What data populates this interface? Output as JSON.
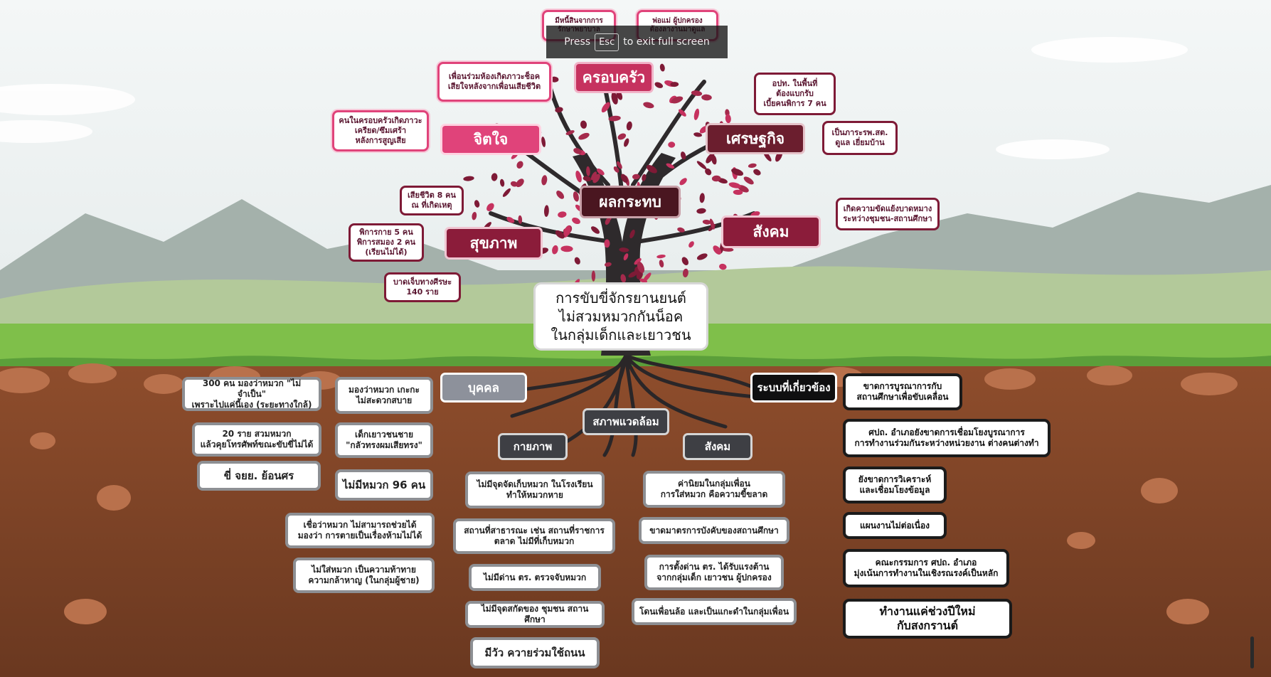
{
  "fullscreen_banner": {
    "before": "Press",
    "key": "Esc",
    "after": "to exit full screen"
  },
  "title": "การขับขี่จักรยานยนต์\nไม่สวมหมวกกันน็อค\nในกลุ่มเด็กและเยาวชน",
  "impact": {
    "root_label": "ผลกระทบ",
    "categories": {
      "family": "ครอบครัว",
      "mind": "จิตใจ",
      "economy": "เศรษฐกิจ",
      "health": "สุขภาพ",
      "society": "สังคม"
    },
    "notes": {
      "family_1": "มีหนี้สินจากการ\nรักษาพยาบาล",
      "family_2": "พ่อแม่ ผู้ปกครอง\nต้องลางานมาดูแล",
      "mind_1": "เพื่อนร่วมห้องเกิดภาวะช็อค\nเสียใจหลังจากเพื่อนเสียชีวิต",
      "mind_2": "คนในครอบครัวเกิดภาวะ\nเครียด/ซึมเศร้า\nหลังการสูญเสีย",
      "econ_1": "อปท. ในพื้นที่\nต้องแบกรับ\nเบี้ยคนพิการ 7 คน",
      "econ_2": "เป็นภาระรพ.สต.\nดูแล เยี่ยมบ้าน",
      "health_1": "เสียชีวิต 8 คน\nณ ที่เกิดเหตุ",
      "health_2": "พิการกาย 5 คน\nพิการสมอง 2 คน\n(เรียนไม่ได้)",
      "health_3": "บาดเจ็บทางศีรษะ\n140 ราย",
      "society_1": "เกิดความขัดแย้งบาดหมาง\nระหว่างชุมชน-สถานศึกษา"
    }
  },
  "causes": {
    "person": {
      "label": "บุคคล",
      "items": [
        "300 คน มองว่าหมวก \"ไม่จำเป็น\"\nเพราะไปแค่นี้เอง (ระยะทางใกล้)",
        "มองว่าหมวก เกะกะ\nไม่สะดวกสบาย",
        "20 ราย สวมหมวก\nแล้วคุยโทรศัพท์ขณะขับขี่ไม่ได้",
        "เด็กเยาวชนชาย\n\"กลัวทรงผมเสียทรง\"",
        "ขี่ จยย. ย้อนศร",
        "ไม่มีหมวก 96 คน",
        "เชื่อว่าหมวก ไม่สามารถช่วยได้\nมองว่า การตายเป็นเรื่องห้ามไม่ได้",
        "ไม่ใส่หมวก เป็นความท้าทาย\nความกล้าหาญ (ในกลุ่มผู้ชาย)"
      ]
    },
    "environment": {
      "label": "สภาพแวดล้อม",
      "physical": {
        "label": "กายภาพ",
        "items": [
          "ไม่มีจุดจัดเก็บหมวก ในโรงเรียน\nทำให้หมวกหาย",
          "สถานที่สาธารณะ เช่น สถานที่ราชการ\nตลาด ไม่มีที่เก็บหมวก",
          "ไม่มีด่าน ตร. ตรวจจับหมวก",
          "ไม่มีจุดสกัดของ ชุมชน สถานศึกษา",
          "มีวัว ควายร่วมใช้ถนน"
        ]
      },
      "social": {
        "label": "สังคม",
        "items": [
          "ค่านิยมในกลุ่มเพื่อน\nการใส่หมวก คือความขี้ขลาด",
          "ขาดมาตรการบังคับของสถานศึกษา",
          "การตั้งด่าน ตร. ได้รับแรงต้าน\nจากกลุ่มเด็ก เยาวชน ผู้ปกครอง",
          "โดนเพื่อนล้อ และเป็นแกะดำในกลุ่มเพื่อน"
        ]
      }
    },
    "system": {
      "label": "ระบบที่เกี่ยวข้อง",
      "items": [
        "ขาดการบูรณาการกับ\nสถานศึกษาเพื่อขับเคลื่อน",
        "ศปถ. อำเภอยังขาดการเชื่อมโยงบูรณาการ\nการทำงานร่วมกันระหว่างหน่วยงาน ต่างคนต่างทำ",
        "ยังขาดการวิเคราะห์\nและเชื่อมโยงข้อมูล",
        "แผนงานไม่ต่อเนื่อง",
        "คณะกรรมการ ศปถ. อำเภอ\nมุ่งเน้นการทำงานในเชิงรณรงค์เป็นหลัก",
        "ทำงานแค่ช่วงปีใหม่\nกับสงกรานต์"
      ]
    }
  },
  "colors": {
    "sky_top": "#f3f6f6",
    "mountain": "#9aa9a3",
    "hill": "#a9c28a",
    "grass": "#7fbf4a",
    "soil": "#8a4b2c",
    "soil_dark": "#6a3820",
    "trunk": "#2e2a2c",
    "leaf_dark": "#7e1a36",
    "leaf_light": "#c6325f"
  }
}
